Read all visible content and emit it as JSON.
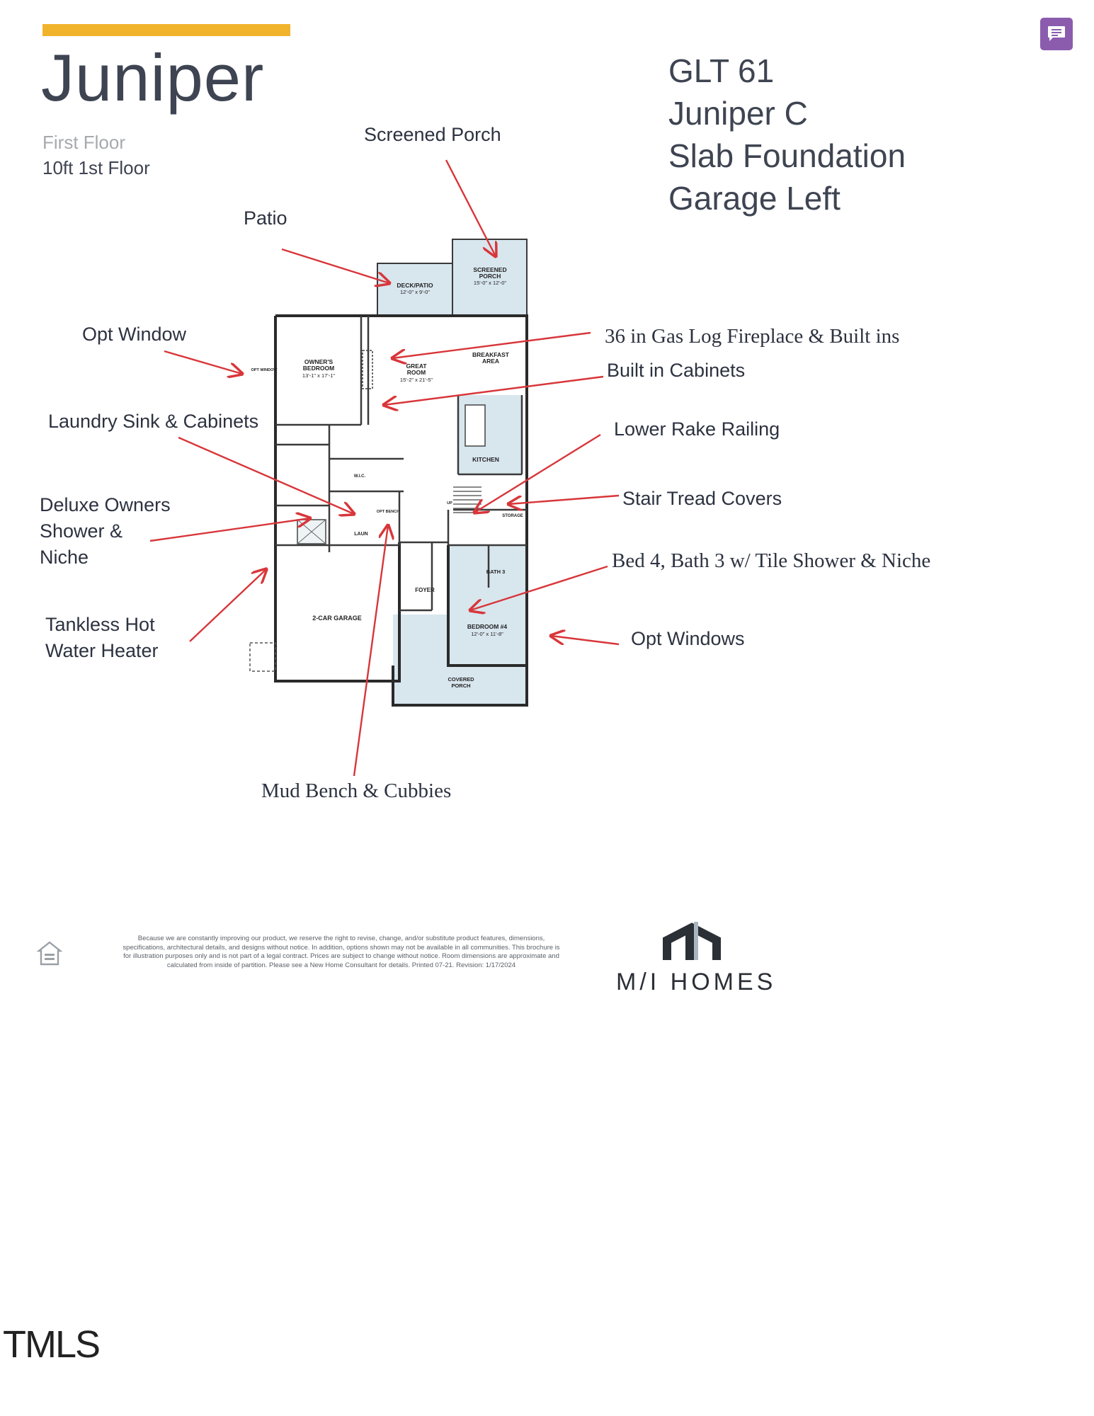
{
  "header": {
    "title": "Juniper",
    "floor_label": "First Floor",
    "floor_sub": "10ft 1st Floor"
  },
  "lot_info": [
    "GLT 61",
    "Juniper C",
    "Slab Foundation",
    "Garage Left"
  ],
  "callouts": {
    "screened_porch": "Screened Porch",
    "patio": "Patio",
    "opt_window": "Opt Window",
    "fireplace": "36 in Gas Log Fireplace & Built ins",
    "built_in_cabinets": "Built in Cabinets",
    "laundry_sink": "Laundry Sink & Cabinets",
    "lower_rake": "Lower Rake Railing",
    "deluxe_shower_1": "Deluxe Owners",
    "deluxe_shower_2": "Shower &",
    "deluxe_shower_3": "Niche",
    "stair_tread": "Stair Tread Covers",
    "bed4": "Bed 4, Bath 3 w/ Tile Shower & Niche",
    "tankless_1": "Tankless Hot",
    "tankless_2": "Water Heater",
    "opt_windows": "Opt Windows",
    "mud_bench": "Mud Bench & Cubbies"
  },
  "rooms": {
    "screened_porch": "SCREENED",
    "screened_porch_2": "PORCH",
    "screened_porch_dim": "15'-0\" x 12'-0\"",
    "deck_patio": "DECK/PATIO",
    "deck_patio_dim": "12'-0\" x 9'-0\"",
    "owners_bedroom": "OWNER'S",
    "owners_bedroom_2": "BEDROOM",
    "owners_bedroom_dim": "13'-1\" x 17'-1\"",
    "great_room": "GREAT",
    "great_room_2": "ROOM",
    "great_room_dim": "15'-2\" x 21'-5\"",
    "breakfast": "BREAKFAST",
    "breakfast_2": "AREA",
    "kitchen": "KITCHEN",
    "walk_in": "W.I.C.",
    "laundry": "LAUN",
    "storage": "STORAGE",
    "bath3": "BATH 3",
    "foyer": "FOYER",
    "garage": "2-CAR GARAGE",
    "bedroom4": "BEDROOM #4",
    "bedroom4_dim": "12'-0\" x 11'-8\"",
    "covered_porch": "COVERED",
    "covered_porch_2": "PORCH",
    "opt_bench": "OPT BENCH",
    "opt_window": "OPT WINDOW",
    "up": "UP"
  },
  "disclaimer": "Because we are constantly improving our product, we reserve the right to revise, change, and/or substitute product features, dimensions, specifications, architectural details, and designs without notice. In addition, options shown may not be available in all communities. This brochure is for illustration purposes only and is not part of a legal contract. Prices are subject to change without notice. Room dimensions are approximate and calculated from inside of partition. Please see a New Home Consultant for details. Printed 07-21. Revision: 1/17/2024",
  "brand": {
    "name": "M/I HOMES"
  },
  "watermark": "TMLS",
  "colors": {
    "accent": "#f2b32c",
    "arrow": "#d8363a",
    "room_fill": "#d8e6ee",
    "chat": "#8b5cae"
  },
  "icons": {
    "chat": "comment-icon",
    "eho": "equal-housing-icon"
  }
}
